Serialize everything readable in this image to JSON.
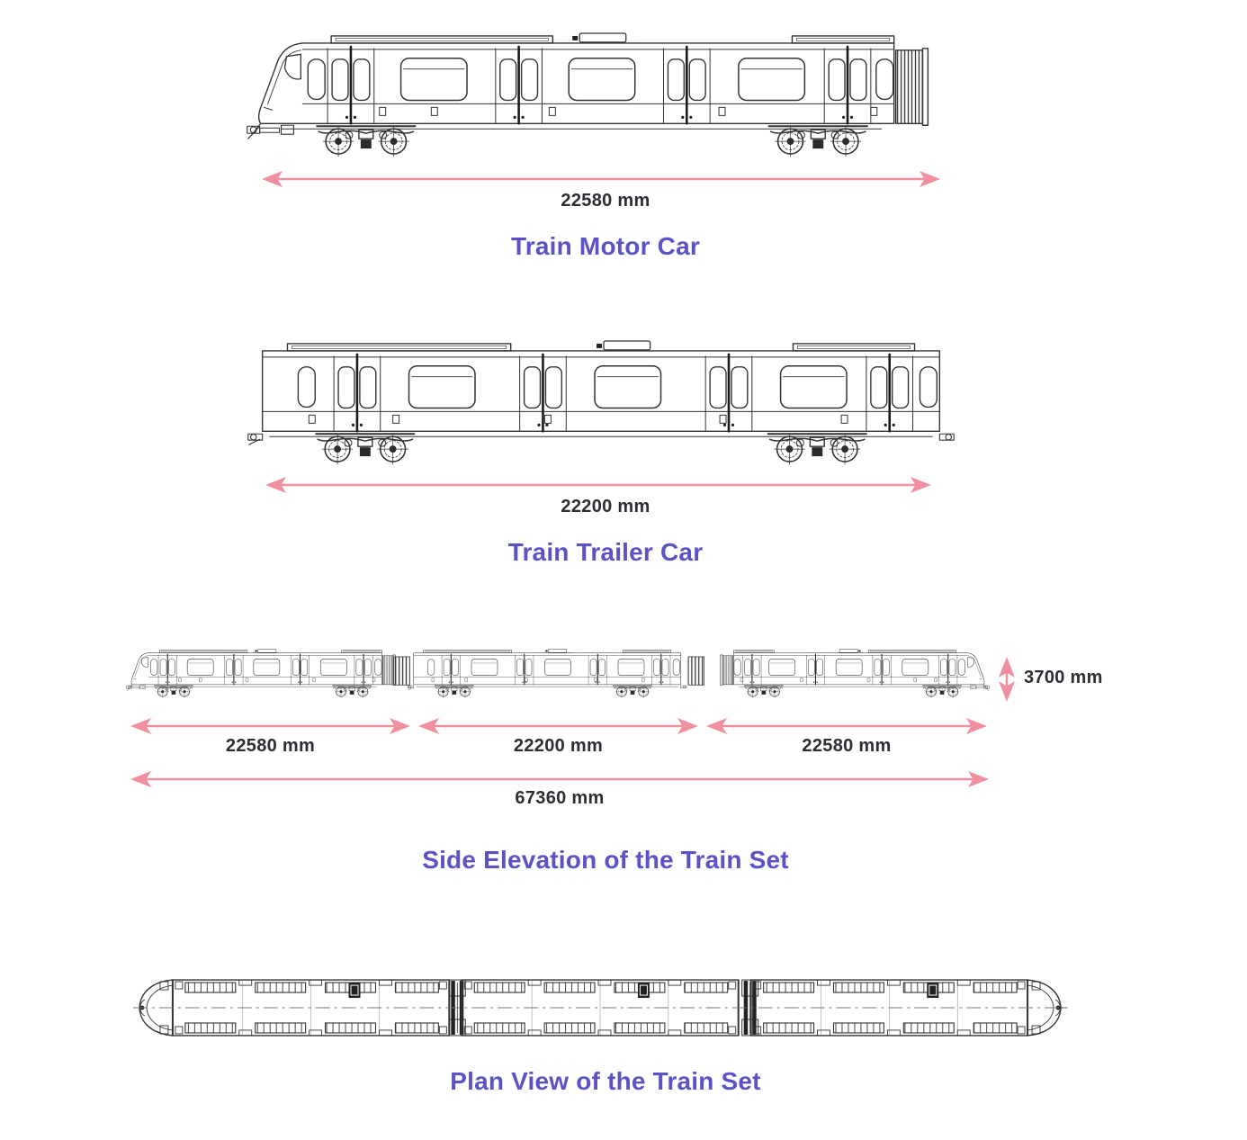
{
  "figures": {
    "motor_car": {
      "title": "Train Motor Car",
      "length_label": "22580 mm"
    },
    "trailer_car": {
      "title": "Train Trailer Car",
      "length_label": "22200 mm"
    },
    "side_elevation": {
      "title": "Side Elevation of the Train Set",
      "height_label": "3700 mm",
      "segments": [
        {
          "label": "22580 mm"
        },
        {
          "label": "22200 mm"
        },
        {
          "label": "22580 mm"
        }
      ],
      "total_label": "67360 mm"
    },
    "plan_view": {
      "title": "Plan View of the Train Set"
    }
  },
  "colors": {
    "dimension_arrow": "#ef8f9f",
    "dimension_text": "#2d2d33",
    "title_text": "#5b53c5",
    "drawing_line": "#333333",
    "background": "#ffffff"
  }
}
